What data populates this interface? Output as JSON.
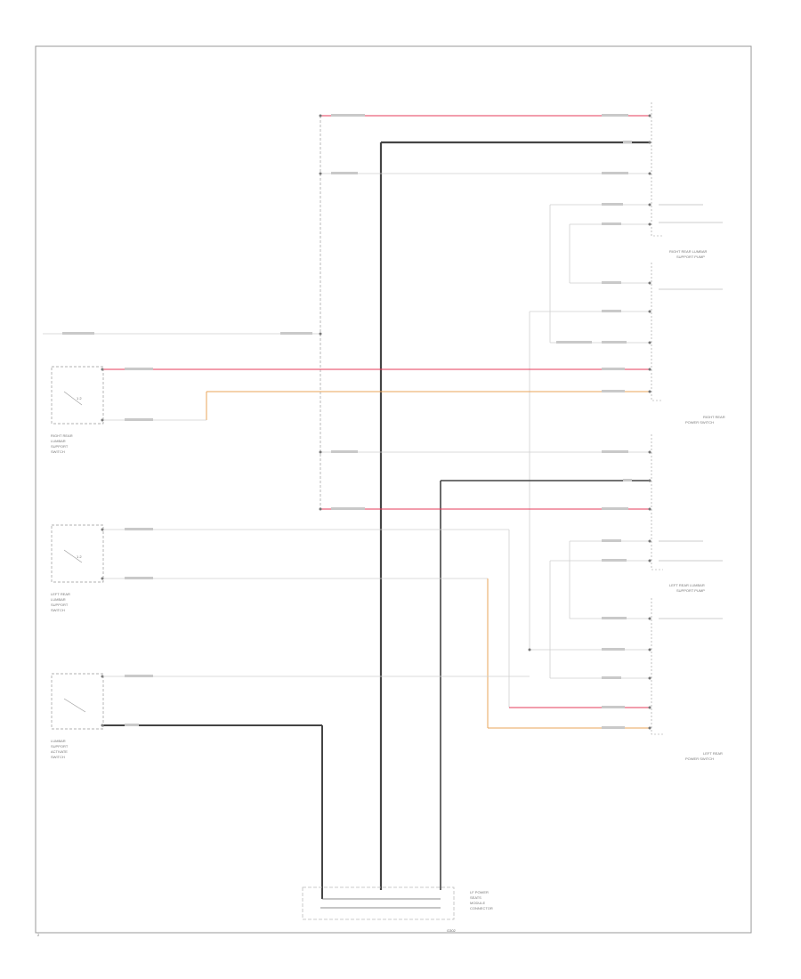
{
  "diagram": {
    "left_labels": {
      "right_rear_lumbar_switch": [
        "RIGHT REAR",
        "LUMBAR",
        "SUPPORT",
        "SWITCH"
      ],
      "left_rear_lumbar_switch": [
        "LEFT REAR",
        "LUMBAR",
        "SUPPORT",
        "SWITCH"
      ],
      "lumbar_switch": [
        "LUMBAR",
        "SUPPORT",
        "ACTIVATE",
        "SWITCH"
      ]
    },
    "right_labels": {
      "right_rear_lumbar_pump": [
        "RIGHT REAR LUMBAR",
        "SUPPORT PUMP"
      ],
      "right_rear_power_switch": [
        "RIGHT REAR",
        "POWER SWITCH"
      ],
      "left_rear_lumbar_pump": [
        "LEFT REAR LUMBAR",
        "SUPPORT PUMP"
      ],
      "left_rear_power_switch": [
        "LEFT REAR",
        "POWER SWITCH"
      ]
    },
    "bottom_label": [
      "LF POWER",
      "SEATS",
      "MODULE",
      "CONNECTOR"
    ],
    "page_marker": "2",
    "bottom_marker": "G302",
    "switch_label": "1 2"
  },
  "colors": {
    "red": "#e63b5a",
    "orange": "#eaa55a",
    "black": "#444444",
    "light": "#cfcfcf",
    "frame": "#999999"
  }
}
